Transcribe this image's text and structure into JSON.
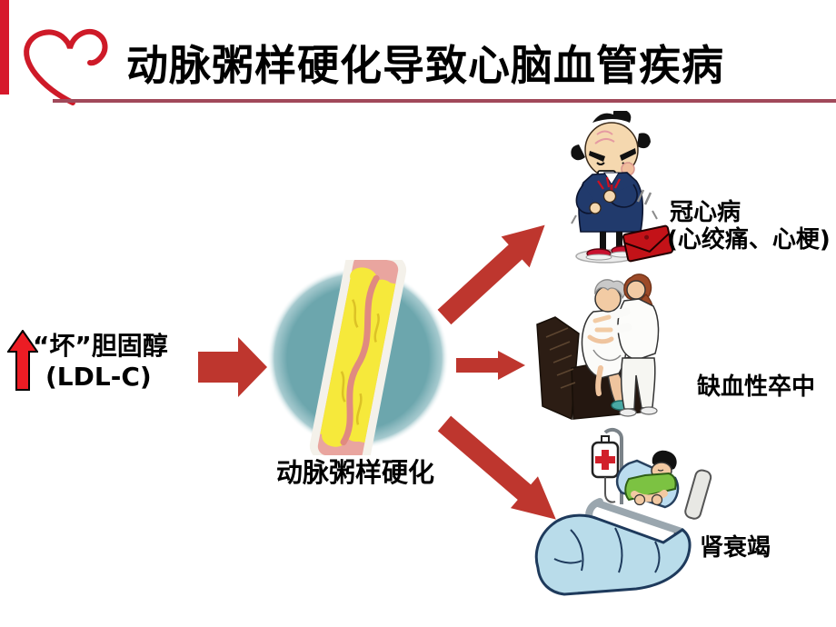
{
  "slide": {
    "title": "动脉粥样硬化导致心脑血管疾病",
    "cause": {
      "line1": "“坏”胆固醇",
      "line2": "(LDL-C)"
    },
    "center_label": "动脉粥样硬化",
    "outcomes": [
      {
        "label": "冠心病",
        "sublabel": "(心绞痛、心梗)"
      },
      {
        "label": "缺血性卒中",
        "sublabel": ""
      },
      {
        "label": "肾衰竭",
        "sublabel": ""
      }
    ],
    "icons": {
      "logo": "heart-outline-icon",
      "cause_increase": "red-up-arrow-icon",
      "cause_to_center": "right-arrow-icon",
      "center_illustration": "atherosclerotic-artery-illustration",
      "outcome_arrow_1": "up-right-arrow-icon",
      "outcome_arrow_2": "right-arrow-icon",
      "outcome_arrow_3": "down-right-arrow-icon",
      "outcome_illustration_1": "man-chest-pain-cartoon",
      "outcome_illustration_2": "nurse-helping-elderly-cartoon",
      "outcome_illustration_3": "patient-hospital-bed-cartoon"
    },
    "colors": {
      "bright_red": "#ec1c24",
      "dark_arrow_red": "#be362e",
      "divider_rose": "#a1495a",
      "circle_teal": "#6ca6ad",
      "plaque_yellow": "#f6e93b",
      "title_black": "#000000"
    }
  }
}
